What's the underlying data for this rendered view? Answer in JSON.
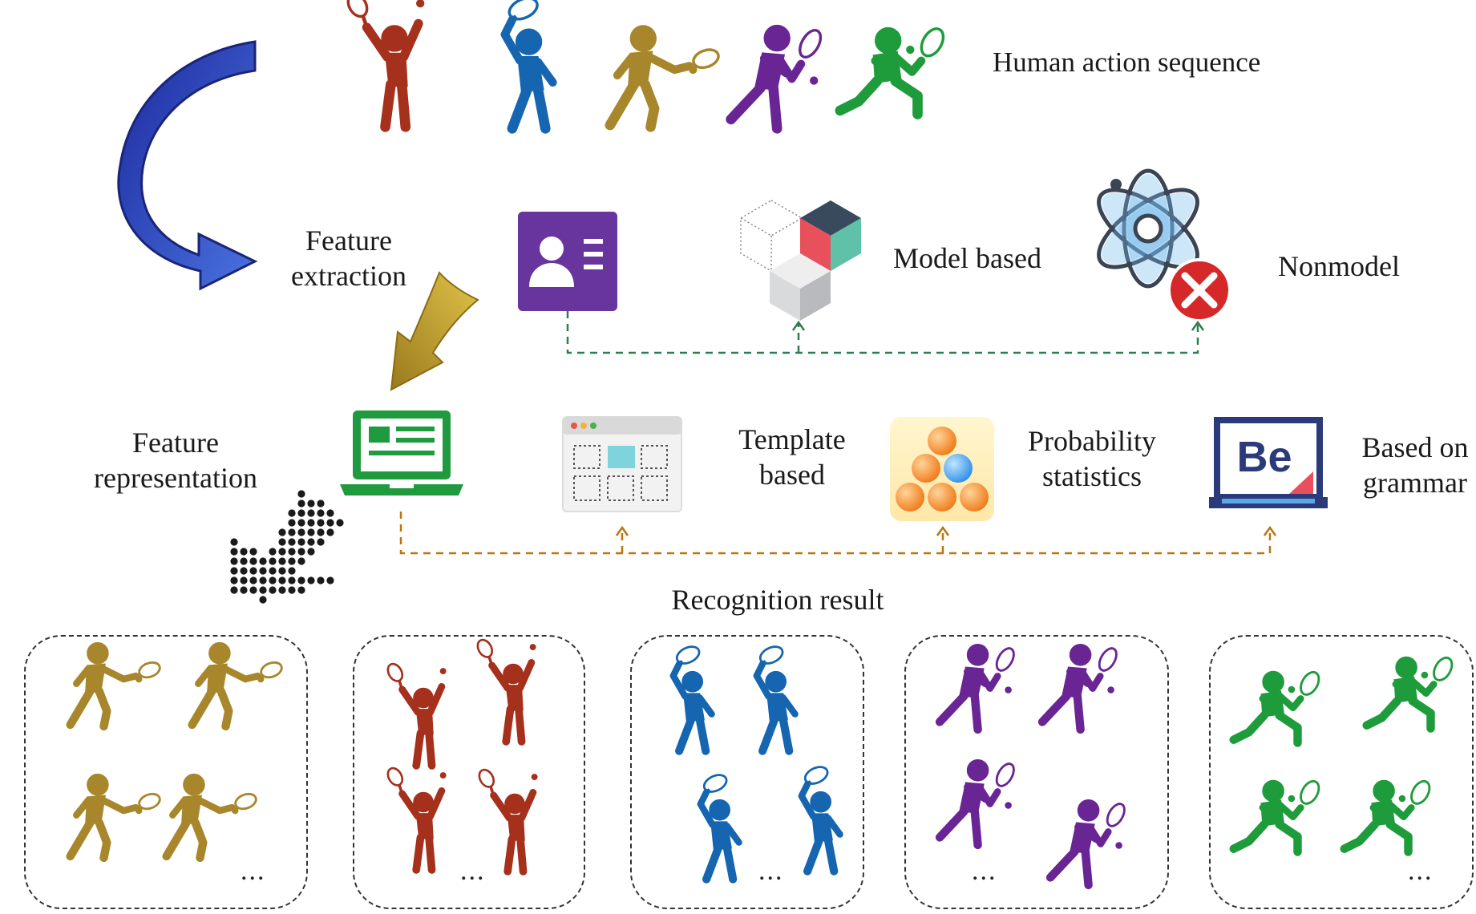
{
  "labels": {
    "human_action_sequence": "Human action sequence",
    "feature_extraction_line1": "Feature",
    "feature_extraction_line2": "extraction",
    "model_based": "Model based",
    "nonmodel": "Nonmodel",
    "feature_representation_line1": "Feature",
    "feature_representation_line2": "representation",
    "template_based_line1": "Template",
    "template_based_line2": "based",
    "probability_statistics_line1": "Probability",
    "probability_statistics_line2": "statistics",
    "based_on_grammar_line1": "Based on",
    "based_on_grammar_line2": "grammar",
    "recognition_result": "Recognition result",
    "grammar_icon_text": "Be"
  },
  "ellipsis": "...",
  "icons": {
    "sequence": [
      "tennis-serve-icon",
      "tennis-overhead-icon",
      "tennis-forehand-icon",
      "tennis-backhand-icon",
      "tennis-lunge-icon"
    ],
    "feature_extraction": [
      "id-card-icon",
      "cubes-icon",
      "atom-icon",
      "close-icon"
    ],
    "feature_representation": [
      "laptop-icon",
      "template-window-icon",
      "balls-pyramid-icon",
      "grammar-board-icon"
    ],
    "arrows": [
      "curved-arrow-icon",
      "gold-arrow-icon",
      "dotted-arrow-icon"
    ]
  },
  "colors": {
    "red": "#a5301c",
    "blue": "#1565b0",
    "gold": "#a8872c",
    "purple": "#6a2595",
    "green": "#1e9b3a",
    "arrow_blue": "#3343b8",
    "dash_green": "#2e7d4f",
    "dash_orange": "#b8760f",
    "idcard": "#5c2d8f",
    "laptop": "#1f9a3e",
    "grammar": "#2b3a7a"
  }
}
